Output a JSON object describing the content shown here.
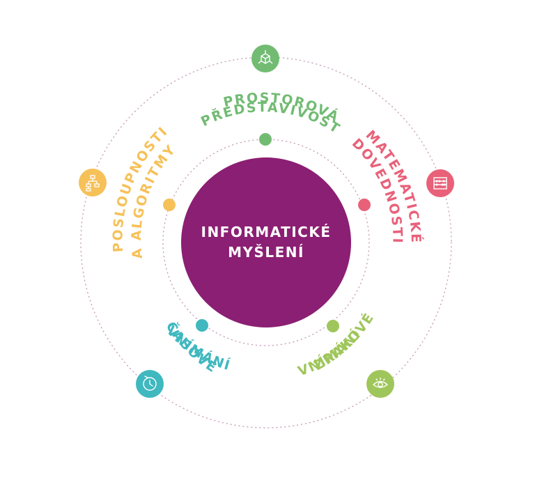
{
  "center": {
    "line1": "INFORMATICKÉ",
    "line2": "MYŠLENÍ",
    "color": "#8b1f73"
  },
  "ring_color": "#c9a0bb",
  "segments": [
    {
      "id": "prostorova",
      "line1": "PROSTOROVÁ",
      "line2": "PŘEDSTAVIVOST",
      "color": "#72bb73",
      "icon": "cube-icon"
    },
    {
      "id": "matematicke",
      "line1": "MATEMATICKÉ",
      "line2": "DOVEDNOSTI",
      "color": "#e86179",
      "icon": "abacus-icon"
    },
    {
      "id": "zrakove",
      "line1": "ZRAKOVÉ",
      "line2": "VNÍMÁNÍ",
      "color": "#9fc65b",
      "icon": "eye-icon"
    },
    {
      "id": "casove",
      "line1": "ČASOVÉ",
      "line2": "VNÍMÁNÍ",
      "color": "#3fb8bf",
      "icon": "clock-icon"
    },
    {
      "id": "posloupnosti",
      "line1": "POSLOUPNOSTI",
      "line2": "A ALGORITMY",
      "color": "#f6c159",
      "icon": "flowchart-icon"
    }
  ]
}
